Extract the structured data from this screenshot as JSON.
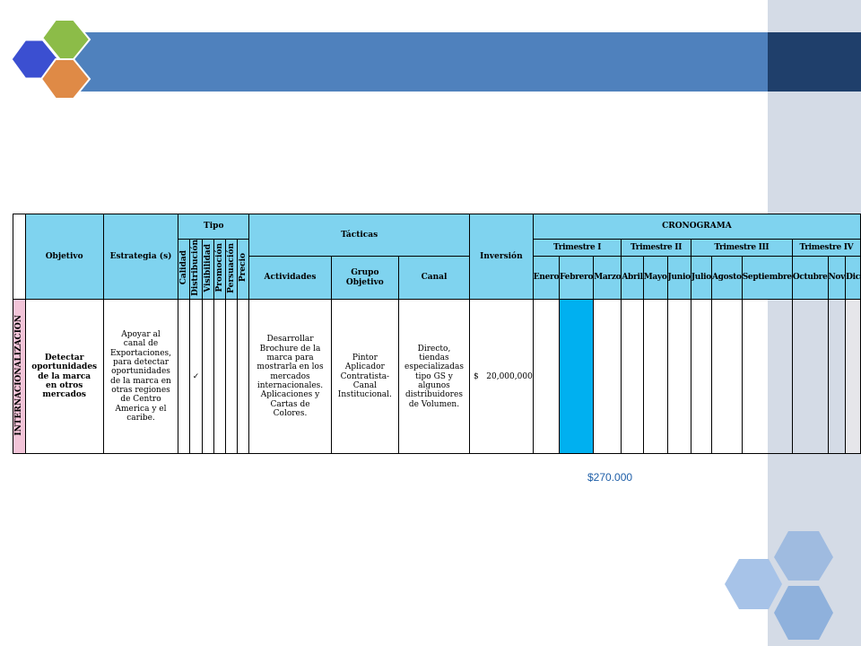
{
  "table": {
    "headers": {
      "objetivo": "Objetivo",
      "estrategia": "Estrategia (s)",
      "tipo": "Tipo",
      "tacticas": "Tácticas",
      "inversion": "Inversión",
      "cronograma": "CRONOGRAMA",
      "actividades": "Actividades",
      "grupo_objetivo": "Grupo Objetivo",
      "canal": "Canal"
    },
    "tipo_items": [
      "Calidad",
      "Distribución",
      "Visibilidad",
      "Promoción",
      "Persuación",
      "Precio"
    ],
    "trimestres": [
      "Trimestre I",
      "Trimestre II",
      "Trimestre III",
      "Trimestre IV"
    ],
    "meses": [
      "Enero",
      "Febrero",
      "Marzo",
      "Abril",
      "Mayo",
      "Junio",
      "Julio",
      "Agosto",
      "Septiembre",
      "Octubre",
      "Nov",
      "Dic"
    ],
    "row": {
      "category": "INTERNACIONALIZACION",
      "objetivo": "Detectar oportunidades de la marca en otros mercados",
      "estrategia": "Apoyar al canal de Exportaciones, para detectar oportunidades de la marca en otras regiones de Centro America y el caribe.",
      "check_mark": "✓",
      "actividades": "Desarrollar Brochure de la marca para mostrarla en los mercados internacionales. Aplicaciones y Cartas de Colores.",
      "grupo_objetivo": "Pintor Aplicador Contratista-Canal Institucional.",
      "canal": "Directo, tiendas especializadas tipo GS y algunos distribuidores de Volumen.",
      "inversion_currency": "$",
      "inversion_amount": "20,000,000",
      "month_fills": [
        "white",
        "blue",
        "white",
        "white",
        "white",
        "white",
        "white",
        "white",
        "white",
        "white",
        "white",
        "grey"
      ]
    }
  },
  "total": "$270.000",
  "colors": {
    "header": "#7fd3ef",
    "banner": "#4f81bd",
    "category": "#f2c4d8",
    "month_highlight": "#00b0f0",
    "total_text": "#1f5fa8"
  }
}
